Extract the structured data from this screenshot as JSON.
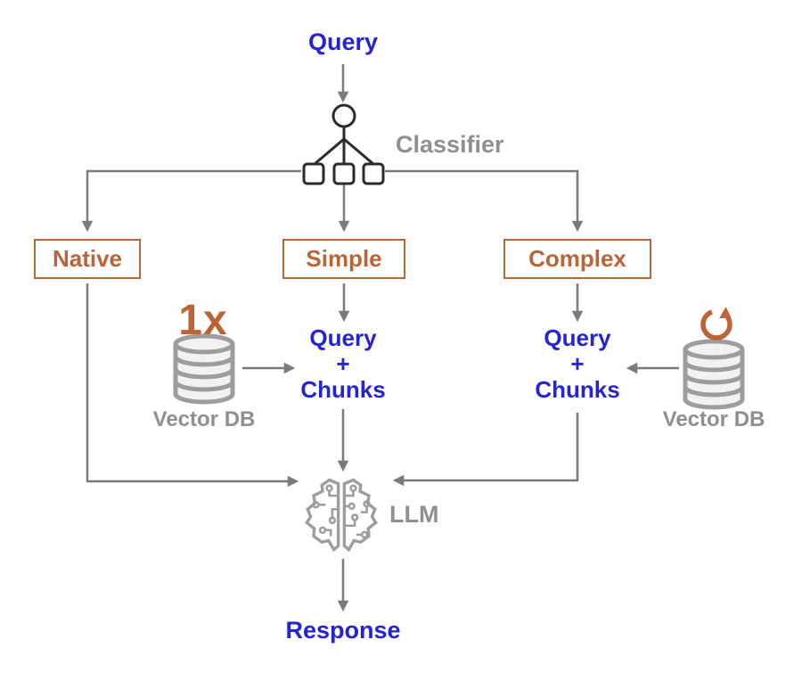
{
  "diagram": {
    "query_label": "Query",
    "classifier": {
      "label": "Classifier",
      "icon": "decision-tree-icon"
    },
    "branches": {
      "native": "Native",
      "simple": "Simple",
      "complex": "Complex"
    },
    "simple_path": {
      "vector_db": {
        "badge": "1x",
        "label": "Vector DB",
        "icon": "database-icon"
      },
      "merge": {
        "line1": "Query",
        "line2": "+",
        "line3": "Chunks"
      }
    },
    "complex_path": {
      "vector_db": {
        "label": "Vector DB",
        "icon": "database-icon",
        "overlay_icon": "refresh-loop-icon"
      },
      "merge": {
        "line1": "Query",
        "line2": "+",
        "line3": "Chunks"
      }
    },
    "llm": {
      "label": "LLM",
      "icon": "brain-circuit-icon"
    },
    "response_label": "Response"
  },
  "colors": {
    "color-blue": "#2424d6",
    "color-orange": "#bb6437",
    "color-arrow": "#7b7b7b",
    "color-label": "#8f8f8f",
    "color-icon": "#9d9d9d",
    "color-icon-fill": "#f2f2f2",
    "color-dark": "#2b2b2b"
  }
}
